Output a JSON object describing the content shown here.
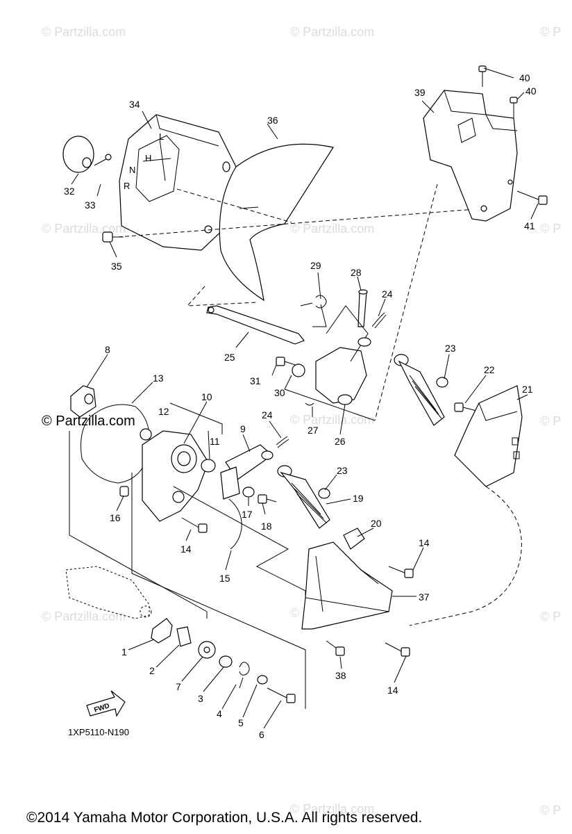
{
  "watermarks": {
    "brand": "© Partzilla.com",
    "brand_clipped": "© P",
    "brand_bold": "© Partzilla.com"
  },
  "diagram_code": "1XP5110-N190",
  "fwd_label": "FWD",
  "gate_letters": [
    "L",
    "H",
    "N",
    "R"
  ],
  "copyright": "©2014  Yamaha Motor Corporation, U.S.A. All rights reserved.",
  "callouts": [
    "1",
    "2",
    "3",
    "4",
    "5",
    "6",
    "7",
    "8",
    "9",
    "10",
    "11",
    "12",
    "13",
    "14",
    "14",
    "14",
    "15",
    "16",
    "17",
    "18",
    "19",
    "20",
    "21",
    "22",
    "23",
    "23",
    "24",
    "24",
    "25",
    "26",
    "27",
    "28",
    "29",
    "30",
    "31",
    "32",
    "33",
    "34",
    "35",
    "36",
    "37",
    "38",
    "39",
    "40",
    "40",
    "41"
  ]
}
